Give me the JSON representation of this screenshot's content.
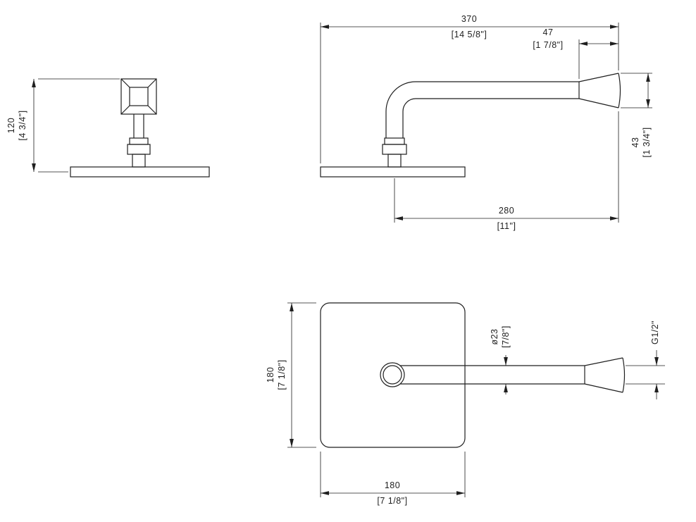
{
  "drawing": {
    "front_view": {
      "height": {
        "mm": "120",
        "inches": "[4 3/4\"]"
      }
    },
    "side_view": {
      "total_length": {
        "mm": "370",
        "inches": "[14 5/8\"]"
      },
      "nozzle_length": {
        "mm": "47",
        "inches": "[1 7/8\"]"
      },
      "nozzle_height": {
        "mm": "43",
        "inches": "[1 3/4\"]"
      },
      "projection": {
        "mm": "280",
        "inches": "[11\"]"
      }
    },
    "plan_view": {
      "plate_height": {
        "mm": "180",
        "inches": "[7 1/8\"]"
      },
      "plate_width": {
        "mm": "180",
        "inches": "[7 1/8\"]"
      },
      "pipe_diameter": {
        "mm": "ø23",
        "inches": "[7/8\"]"
      },
      "thread": "G1/2\""
    },
    "colors": {
      "line": "#1f1f1f",
      "background": "#ffffff"
    }
  }
}
